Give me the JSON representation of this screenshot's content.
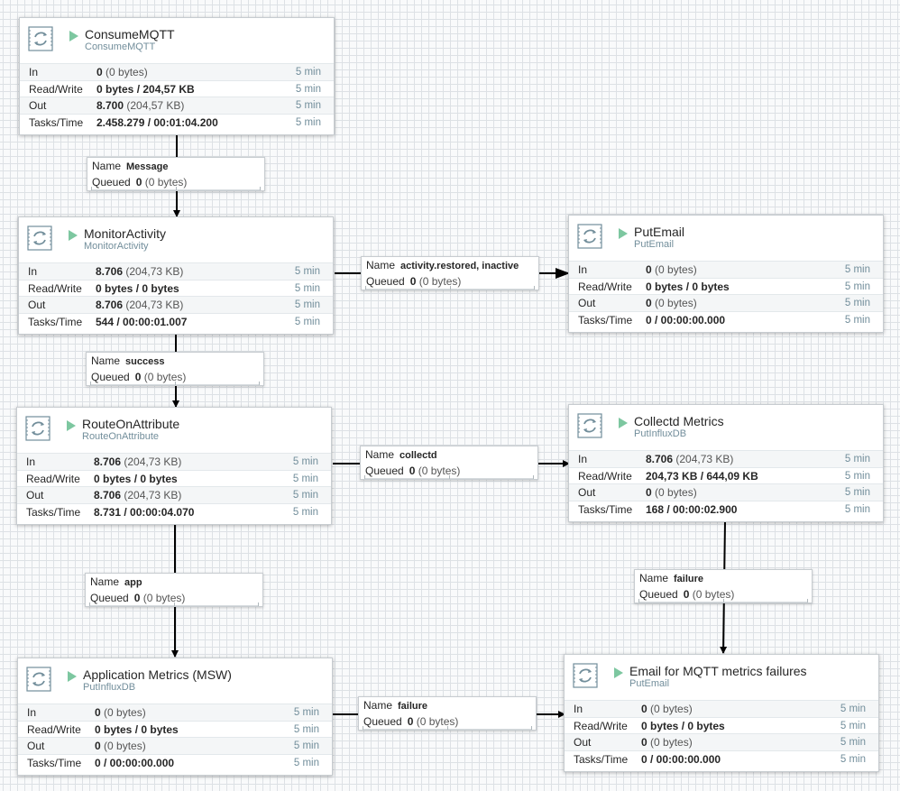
{
  "canvas": {
    "period_label": "5 min"
  },
  "stat_labels": {
    "in": "In",
    "read_write": "Read/Write",
    "out": "Out",
    "tasks_time": "Tasks/Time"
  },
  "processors": [
    {
      "name": "ConsumeMQTT",
      "type": "ConsumeMQTT",
      "status": "running",
      "in": {
        "count": "0",
        "size": "(0 bytes)"
      },
      "read_write": "0 bytes / 204,57 KB",
      "out": {
        "count": "8.700",
        "size": "(204,57 KB)"
      },
      "tasks_time": "2.458.279 / 00:01:04.200"
    },
    {
      "name": "MonitorActivity",
      "type": "MonitorActivity",
      "status": "running",
      "in": {
        "count": "8.706",
        "size": "(204,73 KB)"
      },
      "read_write": "0 bytes / 0 bytes",
      "out": {
        "count": "8.706",
        "size": "(204,73 KB)"
      },
      "tasks_time": "544 / 00:00:01.007"
    },
    {
      "name": "RouteOnAttribute",
      "type": "RouteOnAttribute",
      "status": "running",
      "in": {
        "count": "8.706",
        "size": "(204,73 KB)"
      },
      "read_write": "0 bytes / 0 bytes",
      "out": {
        "count": "8.706",
        "size": "(204,73 KB)"
      },
      "tasks_time": "8.731 / 00:00:04.070"
    },
    {
      "name": "Application Metrics (MSW)",
      "type": "PutInfluxDB",
      "status": "running",
      "in": {
        "count": "0",
        "size": "(0 bytes)"
      },
      "read_write": "0 bytes / 0 bytes",
      "out": {
        "count": "0",
        "size": "(0 bytes)"
      },
      "tasks_time": "0 / 00:00:00.000"
    },
    {
      "name": "PutEmail",
      "type": "PutEmail",
      "status": "running",
      "in": {
        "count": "0",
        "size": "(0 bytes)"
      },
      "read_write": "0 bytes / 0 bytes",
      "out": {
        "count": "0",
        "size": "(0 bytes)"
      },
      "tasks_time": "0 / 00:00:00.000"
    },
    {
      "name": "Collectd Metrics",
      "type": "PutInfluxDB",
      "status": "running",
      "in": {
        "count": "8.706",
        "size": "(204,73 KB)"
      },
      "read_write": "204,73 KB / 644,09 KB",
      "out": {
        "count": "0",
        "size": "(0 bytes)"
      },
      "tasks_time": "168 / 00:00:02.900"
    },
    {
      "name": "Email for MQTT metrics failures",
      "type": "PutEmail",
      "status": "running",
      "in": {
        "count": "0",
        "size": "(0 bytes)"
      },
      "read_write": "0 bytes / 0 bytes",
      "out": {
        "count": "0",
        "size": "(0 bytes)"
      },
      "tasks_time": "0 / 00:00:00.000"
    }
  ],
  "connection_keys": {
    "name": "Name",
    "queued": "Queued"
  },
  "connections": [
    {
      "name": "Message",
      "queued_count": "0",
      "queued_size": "(0 bytes)"
    },
    {
      "name": "success",
      "queued_count": "0",
      "queued_size": "(0 bytes)"
    },
    {
      "name": "app",
      "queued_count": "0",
      "queued_size": "(0 bytes)"
    },
    {
      "name": "activity.restored, inactive",
      "queued_count": "0",
      "queued_size": "(0 bytes)"
    },
    {
      "name": "collectd",
      "queued_count": "0",
      "queued_size": "(0 bytes)"
    },
    {
      "name": "failure",
      "queued_count": "0",
      "queued_size": "(0 bytes)"
    },
    {
      "name": "failure",
      "queued_count": "0",
      "queued_size": "(0 bytes)"
    }
  ],
  "colors": {
    "running": "#7dc7a0",
    "type_text": "#728e9b",
    "canvas_grid": "#dde1e5"
  }
}
